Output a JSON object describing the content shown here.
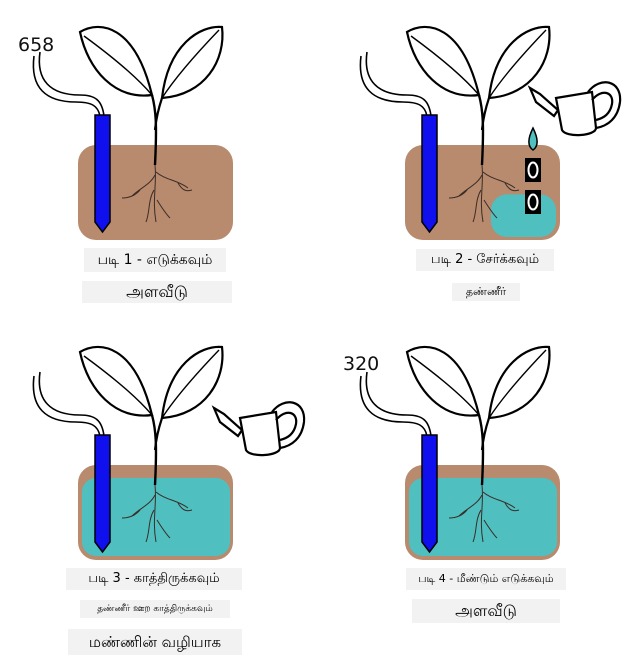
{
  "colors": {
    "soil": "#b88a6e",
    "water": "#4fbfc0",
    "sensor": "#1010ee",
    "line": "#000000",
    "label_bg": "#f2f2f2"
  },
  "panels": [
    {
      "reading": "658",
      "step": "படி 1 - எடுக்கவும்",
      "caption_lines": [
        "அளவீடு"
      ],
      "soil_moisture_level": 0,
      "has_watering_can": false,
      "has_drops": false
    },
    {
      "reading": "",
      "step": "படி 2 - சேர்க்கவும்",
      "caption_lines": [
        "தண்ணீர்"
      ],
      "soil_moisture_level": 0.35,
      "has_watering_can": true,
      "has_drops": true
    },
    {
      "reading": "",
      "step": "படி 3 - காத்திருக்கவும்",
      "caption_lines": [
        "தண்ணீர் ஊற காத்திருக்கவும்",
        "மண்ணின் வழியாக"
      ],
      "soil_moisture_level": 1,
      "has_watering_can": true,
      "has_drops": false
    },
    {
      "reading": "320",
      "step": "படி 4 - மீண்டும் எடுக்கவும்",
      "caption_lines": [
        "அளவீடு"
      ],
      "soil_moisture_level": 1,
      "has_watering_can": false,
      "has_drops": false
    }
  ],
  "icons": {
    "plant": "plant-icon",
    "sensor": "moisture-sensor-icon",
    "watering_can": "watering-can-icon",
    "drop": "water-drop-icon"
  }
}
